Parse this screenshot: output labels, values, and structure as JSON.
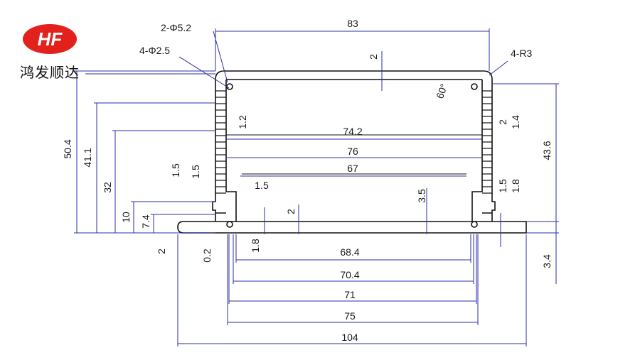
{
  "brand": {
    "logo_text": "HF",
    "name": "鸿发顺达",
    "color": "#e2201c"
  },
  "colors": {
    "profile": "#111111",
    "dimension": "#2a2fa8",
    "text": "#1a1a1a"
  },
  "dimensions": {
    "top_width": "83",
    "hole_large": "2-Φ5.2",
    "hole_small": "4-Φ2.5",
    "corner_radius": "4-R3",
    "top_wall": "2",
    "angle": "60°",
    "fin_offset": "1.2",
    "slot_right_a": "2",
    "slot_right_b": "1.4",
    "inner_upper": "74.2",
    "inner_mid": "76",
    "inner_lower": "67",
    "fin_gap_a": "1.5",
    "fin_gap_b": "1.5",
    "step": "1.5",
    "right_gap_a": "1.5",
    "right_gap_b": "1.8",
    "right_depth": "3.5",
    "bottom_wall": "2",
    "slot_depth": "1.8",
    "height_total": "50.4",
    "height_41": "41.1",
    "height_32": "32",
    "height_10": "10",
    "height_74": "7.4",
    "left_thk": "2",
    "left_gap": "0.2",
    "right_height": "43.6",
    "right_base": "3.4",
    "bottom_68": "68.4",
    "bottom_70": "70.4",
    "bottom_71": "71",
    "bottom_75": "75",
    "bottom_104": "104"
  }
}
